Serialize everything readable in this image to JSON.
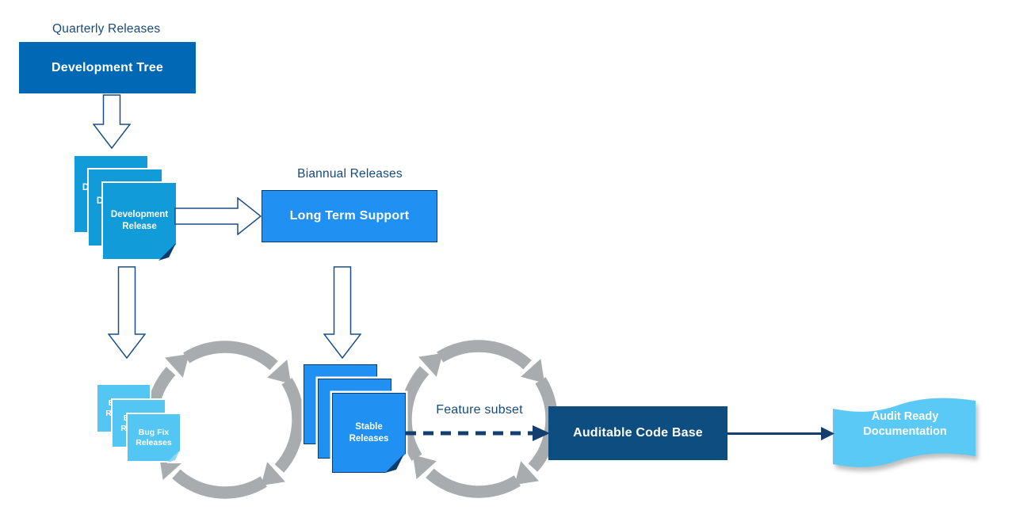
{
  "labels": {
    "quarterly": "Quarterly Releases",
    "biannual": "Biannual Releases",
    "feature_subset": "Feature subset"
  },
  "nodes": {
    "development_tree": "Development Tree",
    "development_release": "Development Release",
    "long_term_support": "Long Term Support",
    "bug_fix_releases": "Bug Fix Releases",
    "stable_releases": "Stable Releases",
    "auditable_code_base": "Auditable Code Base",
    "audit_ready_documentation": "Audit Ready Documentation"
  },
  "colors": {
    "primary_box_blue": "#0068B5",
    "dev_release_card_blue": "#119CD9",
    "bright_azure": "#2090F2",
    "bug_fix_light_blue": "#53C6F3",
    "dark_navy_box": "#0E4D7F",
    "flag_sky_blue": "#5BC9F5",
    "cycle_gray": "#A9ACAF",
    "navy_text": "#164A7C",
    "navy_line": "#133F6E",
    "fold_navy": "#0C3C6C"
  }
}
